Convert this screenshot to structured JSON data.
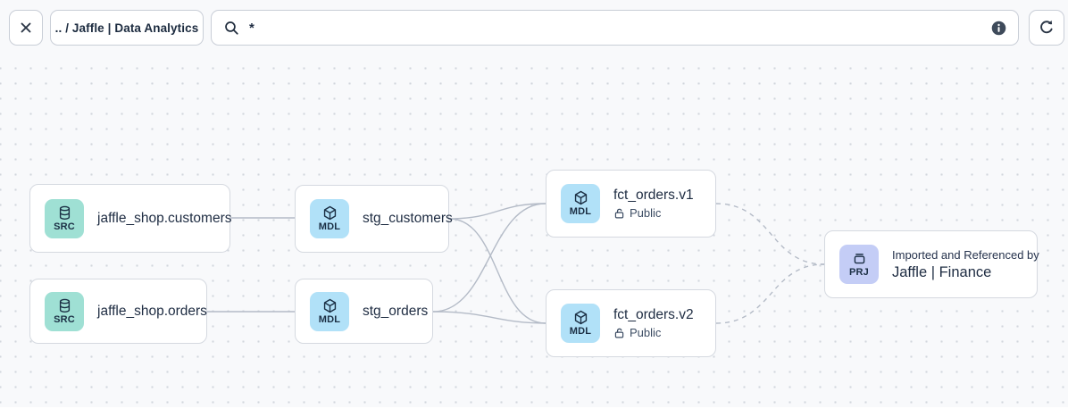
{
  "toolbar": {
    "breadcrumb": ".. / Jaffle | Data Analytics",
    "search": {
      "value": "*",
      "placeholder": ""
    }
  },
  "graph": {
    "nodes": [
      {
        "id": "jaffle_shop.customers",
        "badge": "SRC",
        "title": "jaffle_shop.customers"
      },
      {
        "id": "jaffle_shop.orders",
        "badge": "SRC",
        "title": "jaffle_shop.orders"
      },
      {
        "id": "stg_customers",
        "badge": "MDL",
        "title": "stg_customers"
      },
      {
        "id": "stg_orders",
        "badge": "MDL",
        "title": "stg_orders"
      },
      {
        "id": "fct_orders.v1",
        "badge": "MDL",
        "title": "fct_orders.v1",
        "access": "Public"
      },
      {
        "id": "fct_orders.v2",
        "badge": "MDL",
        "title": "fct_orders.v2",
        "access": "Public"
      },
      {
        "id": "jaffle_finance",
        "badge": "PRJ",
        "subtitle": "Imported and Referenced by",
        "title": "Jaffle | Finance"
      }
    ],
    "edges": [
      {
        "from": "jaffle_shop.customers",
        "to": "stg_customers",
        "style": "solid"
      },
      {
        "from": "jaffle_shop.orders",
        "to": "stg_orders",
        "style": "solid"
      },
      {
        "from": "stg_customers",
        "to": "fct_orders.v1",
        "style": "solid"
      },
      {
        "from": "stg_customers",
        "to": "fct_orders.v2",
        "style": "solid"
      },
      {
        "from": "stg_orders",
        "to": "fct_orders.v1",
        "style": "solid"
      },
      {
        "from": "stg_orders",
        "to": "fct_orders.v2",
        "style": "solid"
      },
      {
        "from": "fct_orders.v1",
        "to": "jaffle_finance",
        "style": "dashed"
      },
      {
        "from": "fct_orders.v2",
        "to": "jaffle_finance",
        "style": "dashed"
      }
    ]
  },
  "colors": {
    "src_badge": "#9fe0d4",
    "mdl_badge": "#b1e1f8",
    "prj_badge": "#c4cdf6",
    "edge": "#b4bbc7",
    "node_border": "#d5d9e0",
    "canvas_bg": "#f8f9fb",
    "text_primary": "#1e2c42"
  }
}
